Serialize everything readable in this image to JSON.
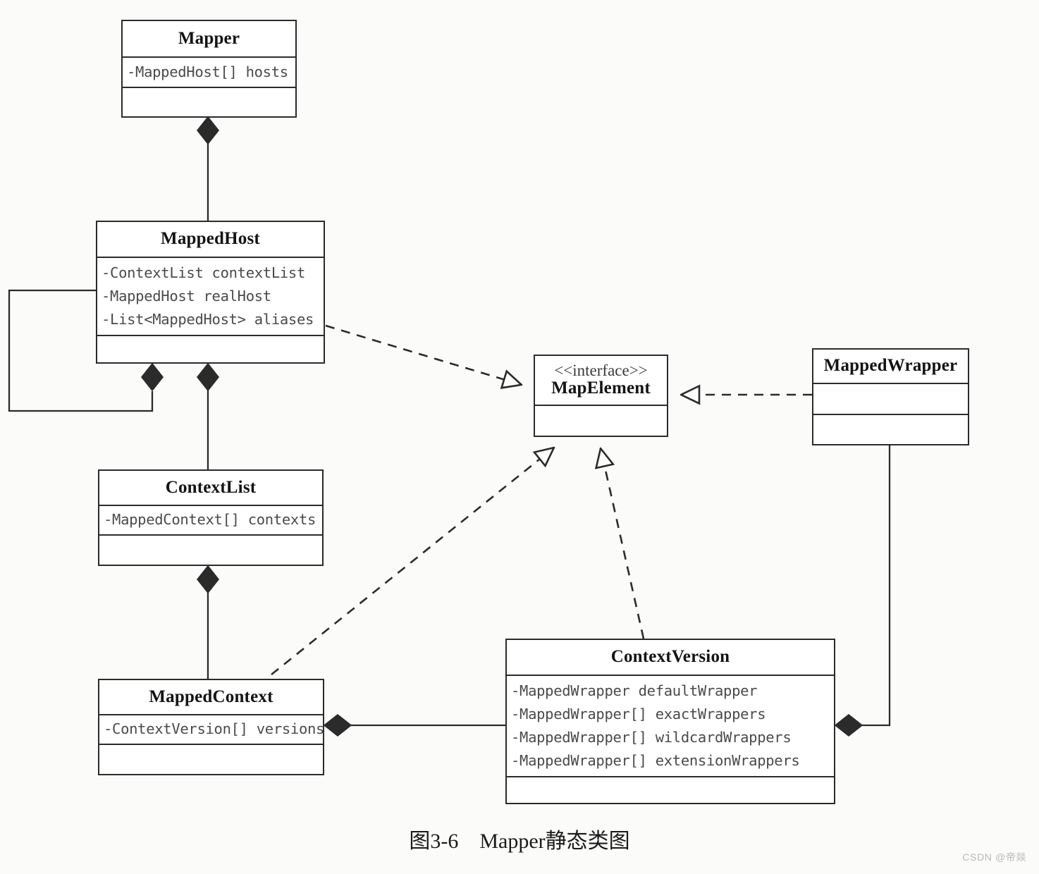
{
  "figure": {
    "caption": "图3-6    Mapper静态类图",
    "watermark": "CSDN @帝燚"
  },
  "chart_data": {
    "type": "diagram",
    "diagram_kind": "uml-class-diagram",
    "title": "图3-6    Mapper静态类图",
    "classes": [
      {
        "id": "mapper",
        "name": "Mapper",
        "stereotype": "",
        "attributes": [
          "-MappedHost[] hosts"
        ],
        "operations": []
      },
      {
        "id": "mappedhost",
        "name": "MappedHost",
        "stereotype": "",
        "attributes": [
          "-ContextList contextList",
          "-MappedHost realHost",
          "-List<MappedHost> aliases"
        ],
        "operations": []
      },
      {
        "id": "contextlist",
        "name": "ContextList",
        "stereotype": "",
        "attributes": [
          "-MappedContext[] contexts"
        ],
        "operations": []
      },
      {
        "id": "mappedcontext",
        "name": "MappedContext",
        "stereotype": "",
        "attributes": [
          "-ContextVersion[] versions"
        ],
        "operations": []
      },
      {
        "id": "mapelement",
        "name": "MapElement",
        "stereotype": "<<interface>>",
        "attributes": [],
        "operations": []
      },
      {
        "id": "mappedwrapper",
        "name": "MappedWrapper",
        "stereotype": "",
        "attributes": [],
        "operations": []
      },
      {
        "id": "contextversion",
        "name": "ContextVersion",
        "stereotype": "",
        "attributes": [
          "-MappedWrapper defaultWrapper",
          "-MappedWrapper[] exactWrappers",
          "-MappedWrapper[] wildcardWrappers",
          "-MappedWrapper[] extensionWrappers"
        ],
        "operations": []
      }
    ],
    "relationships": [
      {
        "type": "composition",
        "from": "mapper",
        "to": "mappedhost",
        "label": ""
      },
      {
        "type": "composition",
        "from": "mappedhost",
        "to": "mappedhost",
        "label": ""
      },
      {
        "type": "composition",
        "from": "mappedhost",
        "to": "contextlist",
        "label": ""
      },
      {
        "type": "composition",
        "from": "contextlist",
        "to": "mappedcontext",
        "label": ""
      },
      {
        "type": "composition",
        "from": "mappedcontext",
        "to": "contextversion",
        "label": ""
      },
      {
        "type": "composition",
        "from": "contextversion",
        "to": "mappedwrapper",
        "label": ""
      },
      {
        "type": "realization",
        "from": "mappedhost",
        "to": "mapelement",
        "label": ""
      },
      {
        "type": "realization",
        "from": "mappedcontext",
        "to": "mapelement",
        "label": ""
      },
      {
        "type": "realization",
        "from": "contextversion",
        "to": "mapelement",
        "label": ""
      },
      {
        "type": "realization",
        "from": "mappedwrapper",
        "to": "mapelement",
        "label": ""
      }
    ]
  },
  "colors": {
    "line": "#2b2b2b",
    "box_fill": "#ffffff",
    "attr_text": "#4a4a4a",
    "name_text": "#141414",
    "page_bg": "#fbfbfa"
  }
}
